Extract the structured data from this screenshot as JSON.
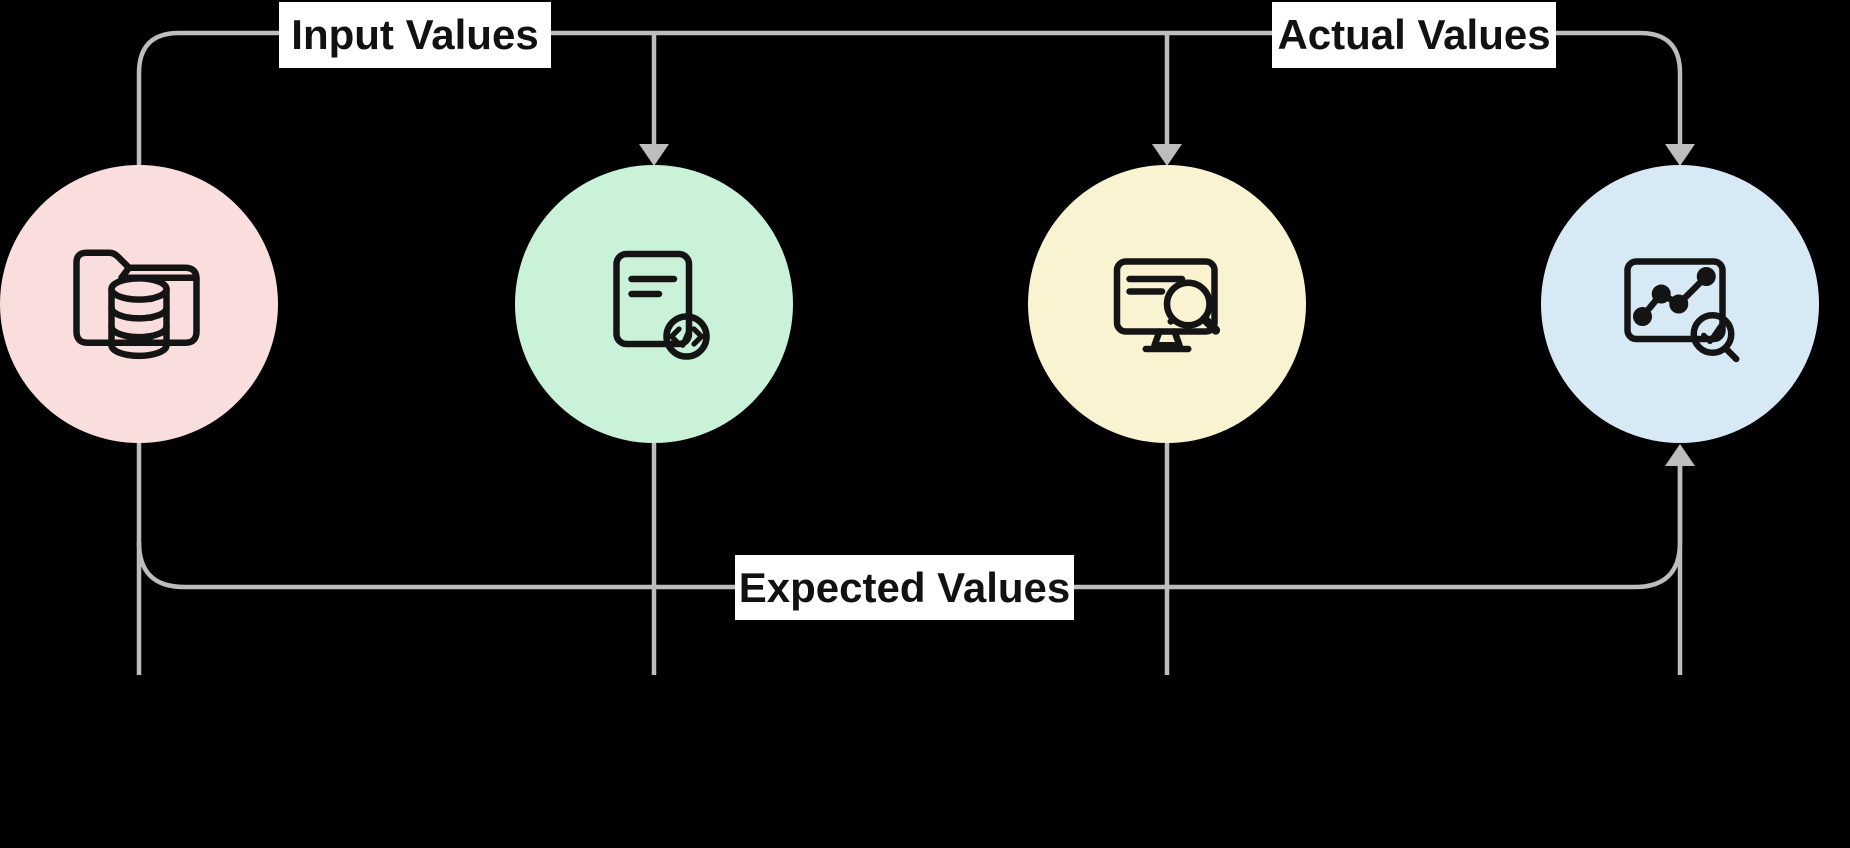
{
  "diagram": {
    "title_note": "data flow diagram with four stage nodes",
    "connector_labels": {
      "input": "Input Values",
      "actual": "Actual Values",
      "expected": "Expected Values"
    },
    "nodes": [
      {
        "id": "data-source",
        "icon": "folder-database-icon",
        "color": "#FADEDE"
      },
      {
        "id": "test-script",
        "icon": "document-code-icon",
        "color": "#C9F2D9"
      },
      {
        "id": "test-execution",
        "icon": "monitor-magnifier-icon",
        "color": "#FAF3D2"
      },
      {
        "id": "result-validation",
        "icon": "chart-checkmark-icon",
        "color": "#D8E9F6"
      }
    ],
    "colors": {
      "background": "#000000",
      "connector_line": "#BDBDBD",
      "label_background": "#FFFFFF",
      "label_text": "#111111",
      "icon_stroke": "#141414"
    }
  }
}
